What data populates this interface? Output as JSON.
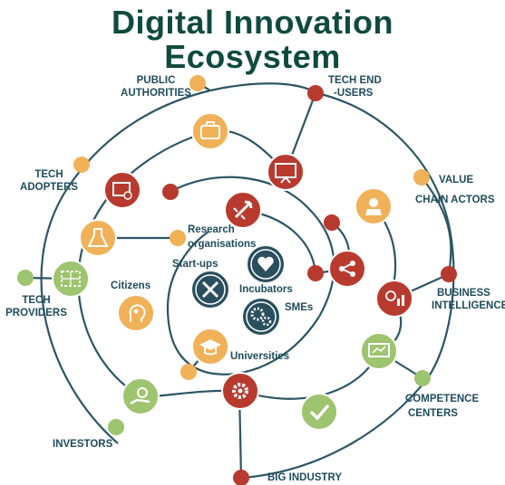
{
  "title_line1": "Digital Innovation",
  "title_line2": "Ecosystem",
  "labels": {
    "public_authorities_1": "PUBLIC",
    "public_authorities_2": "AUTHORITIES",
    "tech_end_users_1": "TECH END",
    "tech_end_users_2": "-USERS",
    "tech_adopters_1": "TECH",
    "tech_adopters_2": "ADOPTERS",
    "value_chain_1": "VALUE",
    "value_chain_2": "CHAIN ACTORS",
    "research_1": "Research",
    "research_2": "organisations",
    "startups": "Start-ups",
    "incubators": "Incubators",
    "smes": "SMEs",
    "citizens": "Citizens",
    "universities": "Universities",
    "tech_providers_1": "TECH",
    "tech_providers_2": "PROVIDERS",
    "business_intel_1": "BUSINESS",
    "business_intel_2": "INTELLIGENCE",
    "competence_1": "COMPETENCE",
    "competence_2": "CENTERS",
    "investors": "INVESTORS",
    "big_industry": "BIG INDUSTRY"
  },
  "colors": {
    "title": "#0f4a3f",
    "line": "#2c5563",
    "red": "#b83a2e",
    "orange": "#f0b158",
    "green": "#9dc46e",
    "navy": "#2a4f5e"
  },
  "icons": [
    "briefcase-icon",
    "certificate-icon",
    "flask-icon",
    "presentation-icon",
    "rocket-icon",
    "heart-hand-icon",
    "tools-icon",
    "gears-icon",
    "share-icon",
    "worker-icon",
    "lightbulb-chart-icon",
    "head-idea-icon",
    "graduation-cap-icon",
    "gear-icon",
    "checkmark-icon",
    "blueprint-icon",
    "money-hand-icon",
    "monitor-chart-icon"
  ]
}
